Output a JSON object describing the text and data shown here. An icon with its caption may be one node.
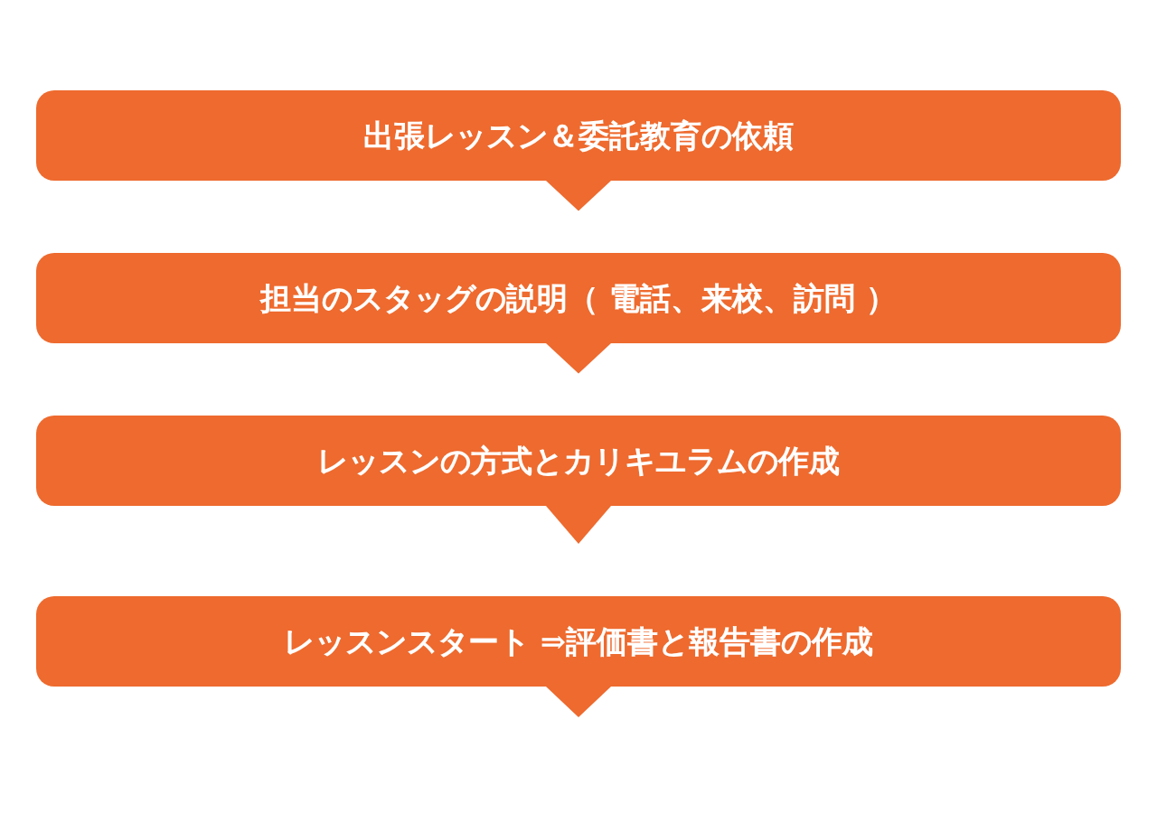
{
  "diagram": {
    "nodes": [
      {
        "text": [
          "出張レッスン＆委託教育の依頼"
        ]
      },
      {
        "text": [
          "担当のスタッグの説明（ 電話、来校、訪問 ）"
        ]
      },
      {
        "text": [
          "レッスンの方式とカリキユラムの作成"
        ]
      },
      {
        "text": [
          "レッスンスタート ⇒評価書と報告書の作成"
        ]
      }
    ],
    "edges": [
      {
        "from": 0,
        "to": 1,
        "arrow": "to"
      },
      {
        "from": 1,
        "to": 2,
        "arrow": "to"
      },
      {
        "from": 2,
        "to": 3,
        "arrow": "to"
      },
      {
        "from": 3,
        "to": null,
        "arrow": "to"
      }
    ]
  }
}
